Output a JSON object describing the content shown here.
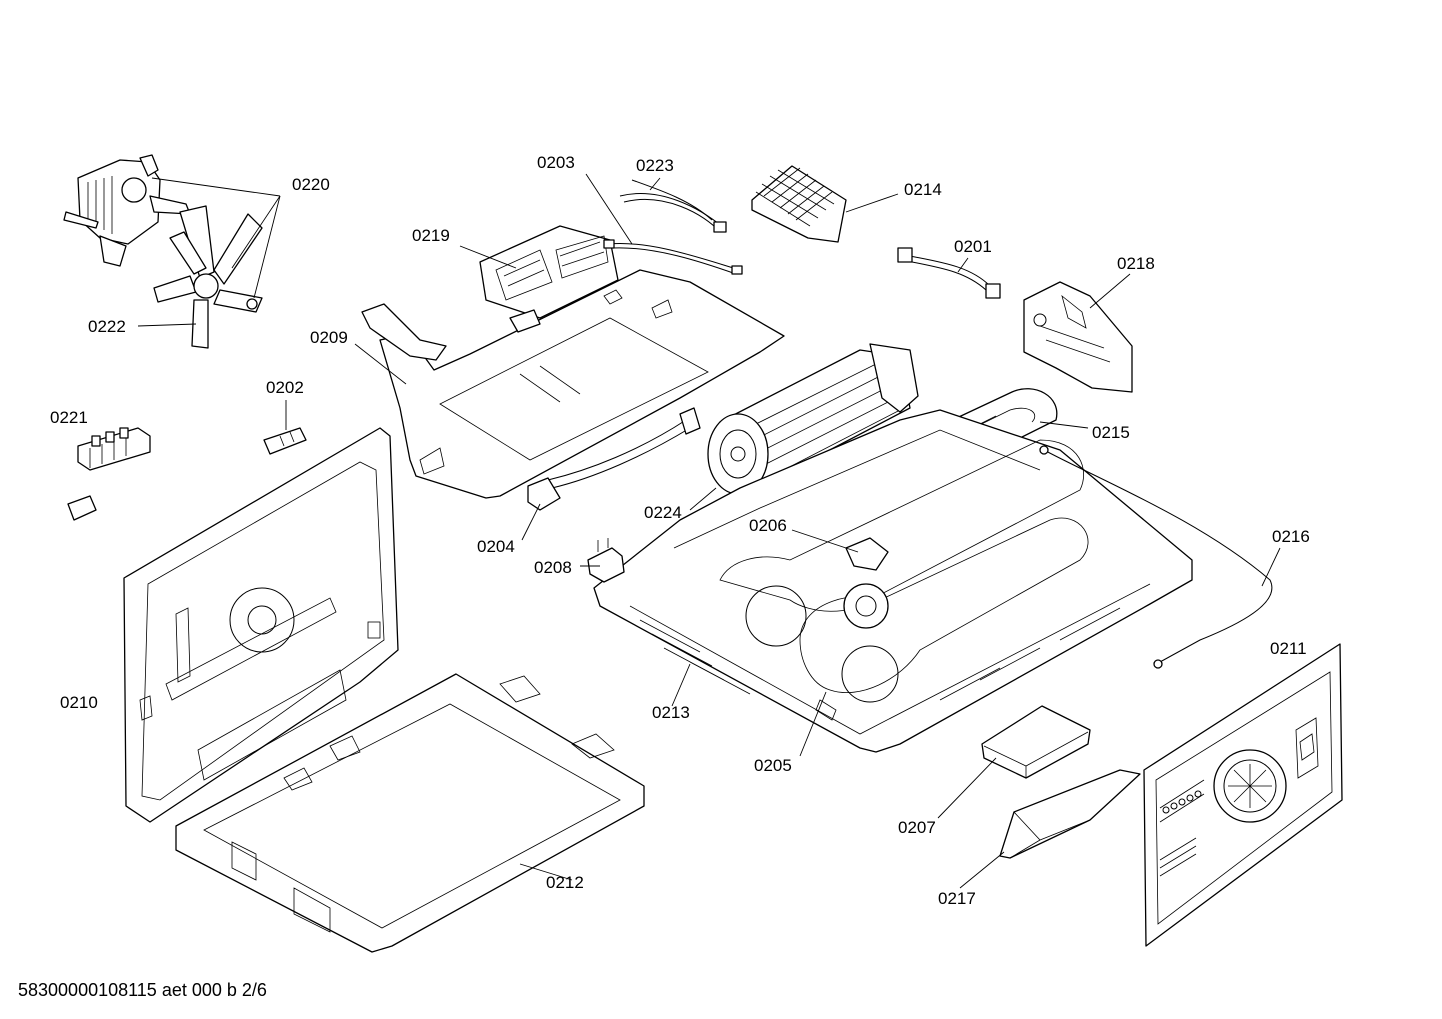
{
  "callouts": {
    "p0220": "0220",
    "p0222": "0222",
    "p0203": "0203",
    "p0223": "0223",
    "p0214": "0214",
    "p0219": "0219",
    "p0201": "0201",
    "p0218": "0218",
    "p0209": "0209",
    "p0202": "0202",
    "p0221": "0221",
    "p0215": "0215",
    "p0224": "0224",
    "p0206": "0206",
    "p0204": "0204",
    "p0216": "0216",
    "p0208": "0208",
    "p0211": "0211",
    "p0210": "0210",
    "p0213": "0213",
    "p0205": "0205",
    "p0207": "0207",
    "p0212": "0212",
    "p0217": "0217"
  },
  "footer": {
    "doc_id": "58300000108115 aet 000 b 2/6"
  }
}
